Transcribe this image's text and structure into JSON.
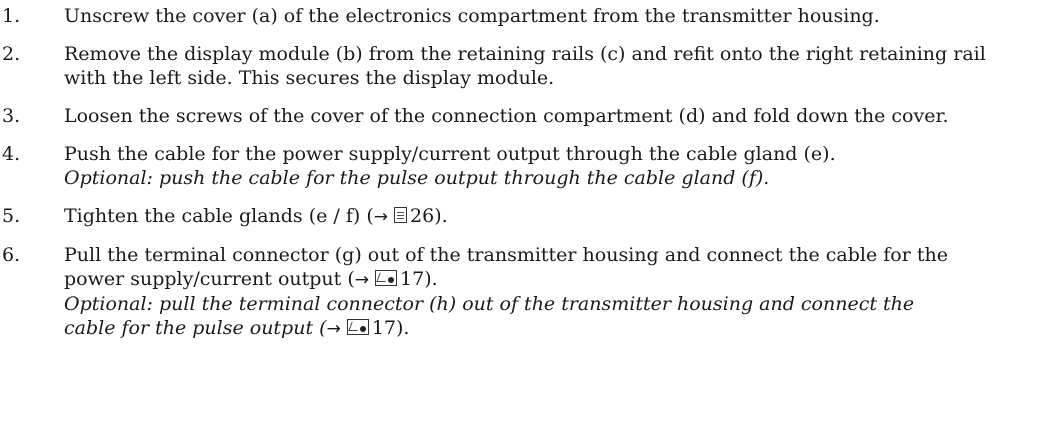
{
  "steps": [
    {
      "num": "1.",
      "text": "Unscrew the cover (a) of the electronics compartment from the transmitter housing."
    },
    {
      "num": "2.",
      "line1": "Remove the display module (b) from the retaining rails (c) and refit onto the right retaining rail",
      "line2": "with the left side. This secures the display module."
    },
    {
      "num": "3.",
      "text": "Loosen the screws of the cover of the connection compartment (d) and fold down the cover."
    },
    {
      "num": "4.",
      "text": "Push the cable for the power supply/current output through the cable gland (e).",
      "optional": "Optional: push the cable for the pulse output through the cable gland (f)."
    },
    {
      "num": "5.",
      "text_before": "Tighten the cable glands (e / f) (",
      "arrow": "→",
      "ref_icon": "page-reference-icon",
      "ref_num": "26",
      "text_after": ")."
    },
    {
      "num": "6.",
      "line1": "Pull the terminal connector (g) out of the transmitter housing and connect the cable for the",
      "line2_before": "power supply/current output (",
      "line2_arrow": "→",
      "line2_ref_icon": "figure-reference-icon",
      "line2_ref_num": "17",
      "line2_after": ").",
      "optional1": "Optional: pull the terminal connector (h) out of the transmitter housing and connect the",
      "optional2_before": "cable for the pulse output (",
      "optional2_arrow": "→",
      "optional2_ref_icon": "figure-reference-icon",
      "optional2_ref_num": "17",
      "optional2_after": ")."
    }
  ]
}
